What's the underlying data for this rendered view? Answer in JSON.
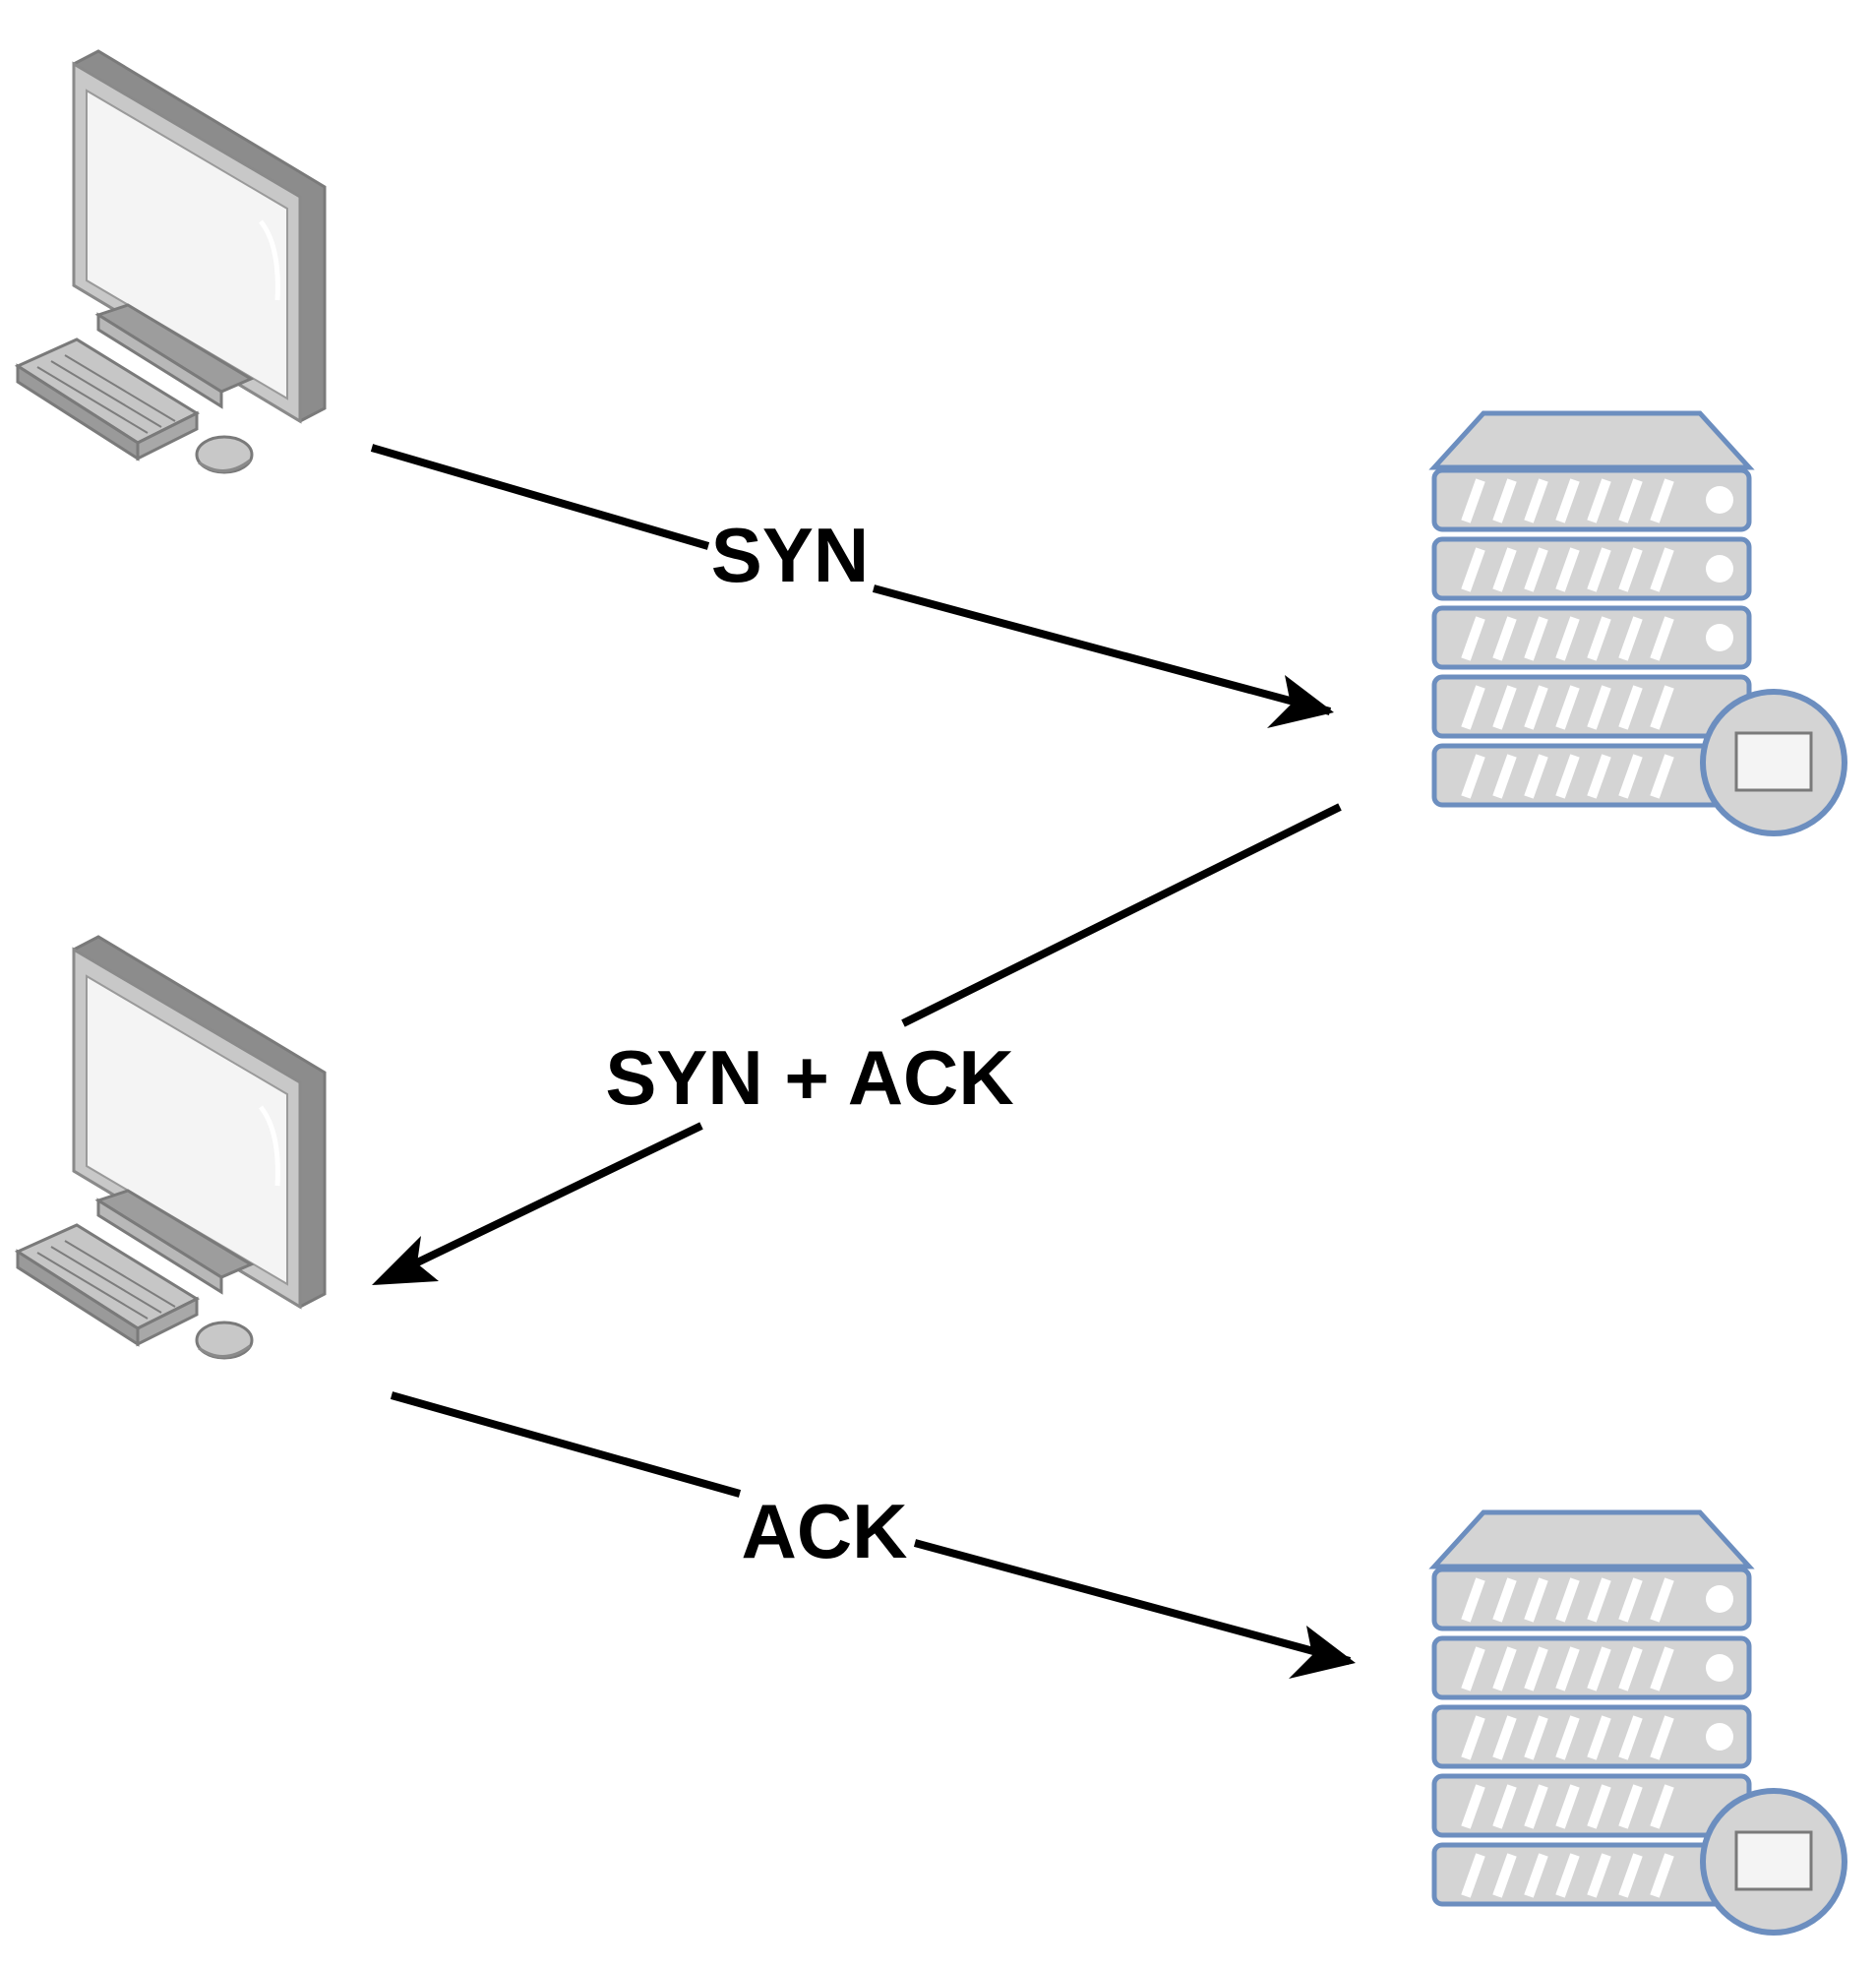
{
  "edges": [
    {
      "label": "SYN"
    },
    {
      "label": "SYN + ACK"
    },
    {
      "label": "ACK"
    }
  ],
  "nodes": [
    {
      "icon": "desktop-computer-icon"
    },
    {
      "icon": "server-rack-icon"
    },
    {
      "icon": "desktop-computer-icon"
    },
    {
      "icon": "server-rack-icon"
    }
  ],
  "colors": {
    "arrow": "#000000",
    "computer_gray": "#c8c8c8",
    "server_fill": "#d4d4d4",
    "server_stroke": "#6c8ebf"
  }
}
